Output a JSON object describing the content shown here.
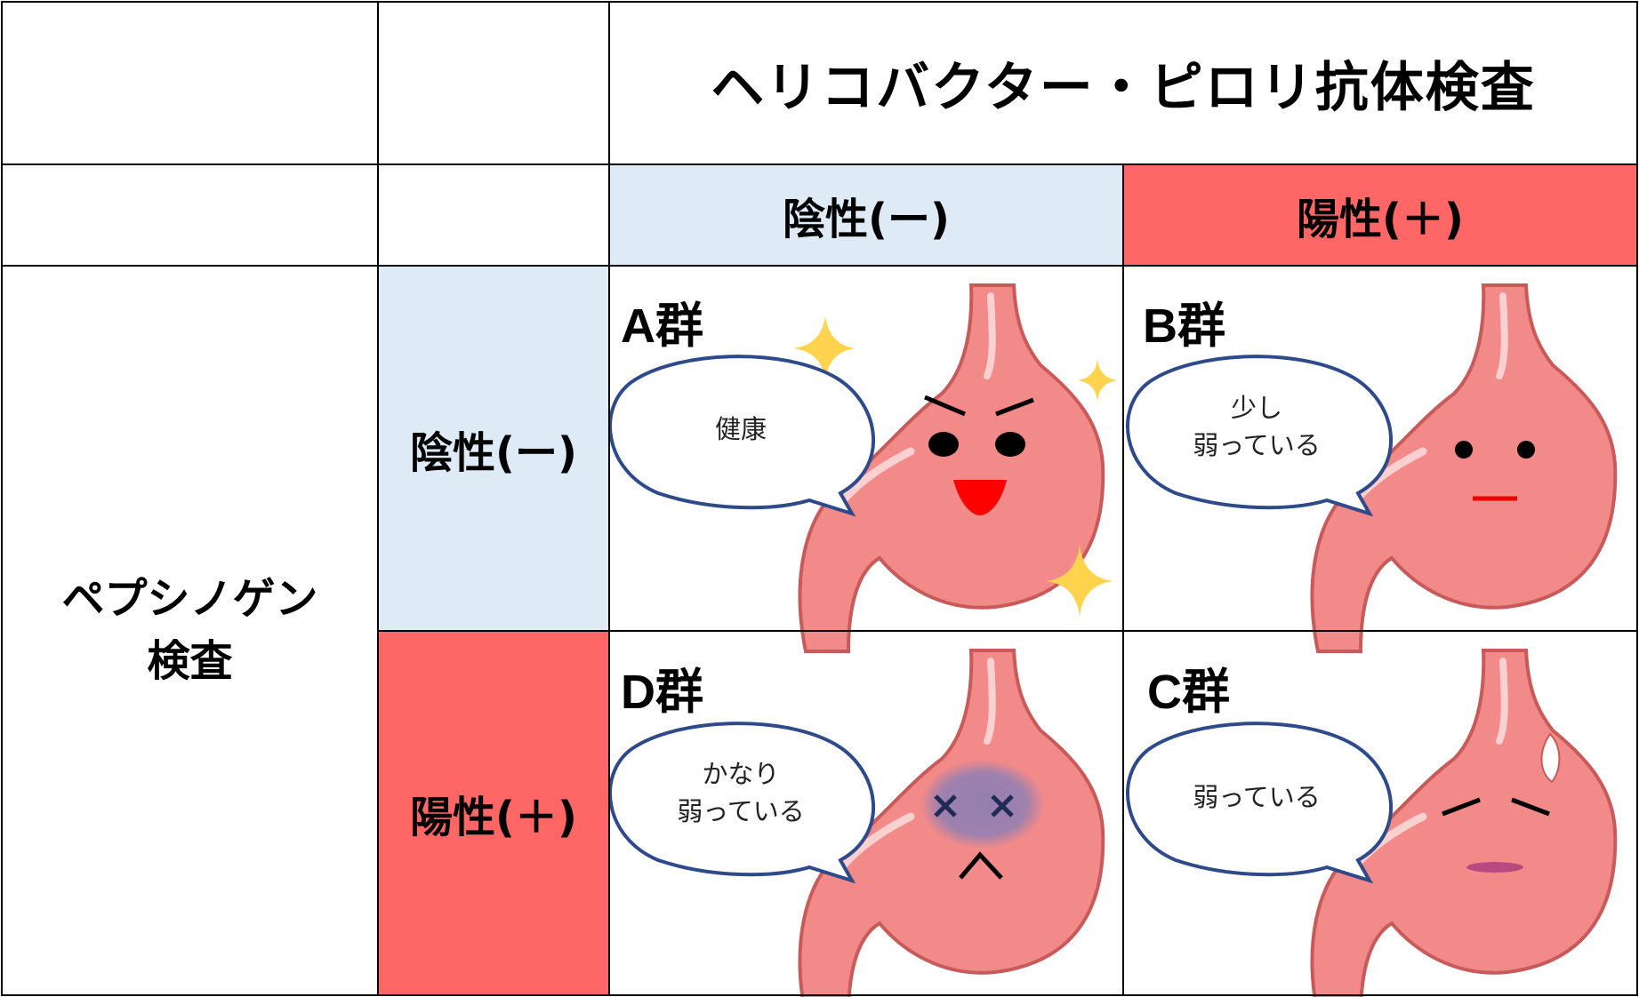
{
  "title": "ヘリコバクター・ピロリ抗体検査",
  "col_headers": {
    "negative": "陰性(ー)",
    "positive": "陽性(＋)"
  },
  "row_title": {
    "line1": "ペプシノゲン",
    "line2": "検査"
  },
  "row_headers": {
    "negative": "陰性(ー)",
    "positive": "陽性(＋)"
  },
  "groups": {
    "a": {
      "label": "A群",
      "speech": [
        "健康"
      ]
    },
    "b": {
      "label": "B群",
      "speech": [
        "少し",
        "弱っている"
      ]
    },
    "d": {
      "label": "D群",
      "speech": [
        "かなり",
        "弱っている"
      ]
    },
    "c": {
      "label": "C群",
      "speech": [
        "弱っている"
      ]
    }
  },
  "colors": {
    "negative_fill": "#deeaf6",
    "positive_fill": "#ff6666",
    "grid": "#000000",
    "stomach": "#f28a8a",
    "stomach_outline": "#c85a5a",
    "bubble_outline": "#2e4a8a",
    "sparkle": "#ffd34d",
    "bruise": "#8f7fb3"
  }
}
